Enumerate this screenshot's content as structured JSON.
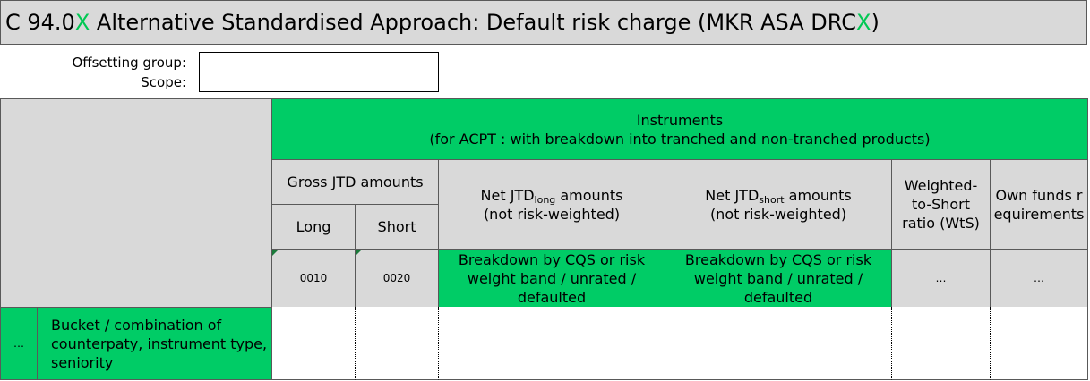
{
  "title": {
    "prefix": "C 94.0",
    "prefix_x": "X",
    "main": " Alternative Standardised Approach: Default risk charge (MKR ASA DRC",
    "main_x": "X",
    "close": ")"
  },
  "fields": {
    "offsetting_group_label": "Offsetting group:",
    "offsetting_group_value": "",
    "scope_label": "Scope:",
    "scope_value": ""
  },
  "header": {
    "instruments_line1": "Instruments",
    "instruments_line2": "(for ACPT : with breakdown into tranched and non-tranched products)",
    "gross_jtd": "Gross JTD amounts",
    "long": "Long",
    "short": "Short",
    "net_long_pre": "Net JTD",
    "net_long_sub": "long",
    "net_long_post": " amounts",
    "net_long_note": "(not risk-weighted)",
    "net_short_pre": "Net JTD",
    "net_short_sub": "short",
    "net_short_post": " amounts",
    "net_short_note": "(not risk-weighted)",
    "wts": "Weighted-to-Short ratio (WtS)",
    "own_funds": "Own funds requirements"
  },
  "codes": {
    "c0010": "0010",
    "c0020": "0020",
    "breakdown_long": "Breakdown by CQS or risk weight band / unrated / defaulted",
    "breakdown_short": "Breakdown by CQS or risk weight band / unrated / defaulted",
    "wts_code": "…",
    "own_funds_code": "…"
  },
  "row": {
    "code": "…",
    "label": "Bucket / combination of counterpaty, instrument type, seniority"
  },
  "colors": {
    "green": "#00cc66",
    "gray": "#d9d9d9",
    "accent": "#00c853"
  }
}
